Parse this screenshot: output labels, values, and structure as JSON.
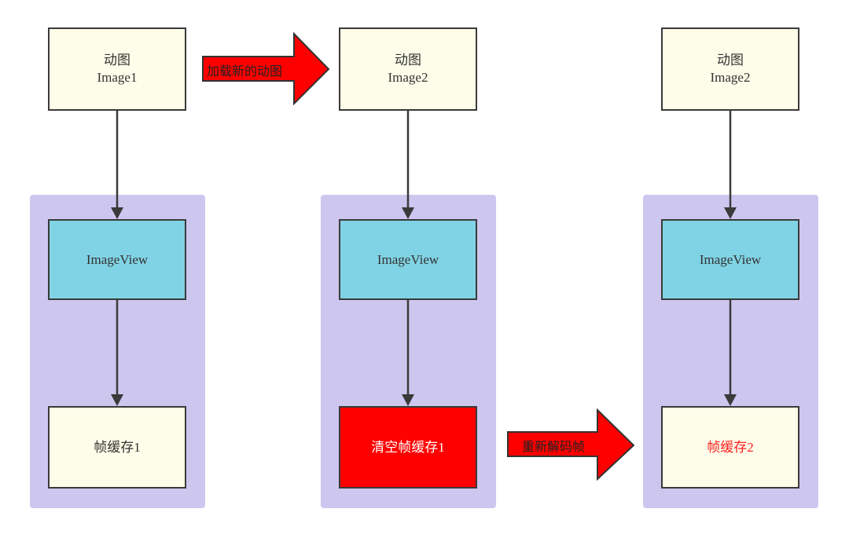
{
  "columns": [
    {
      "top_node": {
        "line1": "动图",
        "line2": "Image1"
      },
      "view_node": {
        "label": "ImageView"
      },
      "cache_node": {
        "label": "帧缓存1"
      }
    },
    {
      "top_node": {
        "line1": "动图",
        "line2": "Image2"
      },
      "view_node": {
        "label": "ImageView"
      },
      "cache_node": {
        "label": "清空帧缓存1"
      }
    },
    {
      "top_node": {
        "line1": "动图",
        "line2": "Image2"
      },
      "view_node": {
        "label": "ImageView"
      },
      "cache_node": {
        "label": "帧缓存2"
      }
    }
  ],
  "transitions": {
    "load_new": "加载新的动图",
    "redecode": "重新解码帧"
  },
  "colors": {
    "panel": "#cdc6ef",
    "cream": "#fdfde9",
    "cyan": "#80d3e4",
    "red": "#fe0000",
    "edge": "#3a3a3a",
    "red_text": "#ff2222"
  }
}
